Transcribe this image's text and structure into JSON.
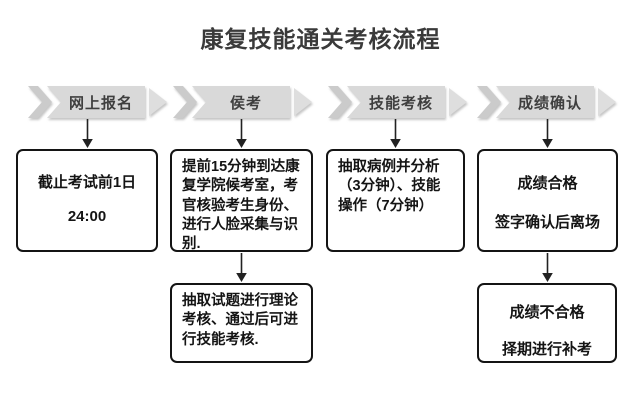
{
  "title": "康复技能通关考核流程",
  "colors": {
    "chevron_band": "#cbcbcb",
    "chevron_fill": "#d9d9d9",
    "chevron_tip": "#dedede",
    "header_text": "#3f3f3f",
    "box_border": "#141414",
    "box_text": "#141414",
    "arrow": "#222222"
  },
  "columns": [
    {
      "header": "网上报名",
      "box1": {
        "line1": "截止考试前1日",
        "line2": "24:00"
      }
    },
    {
      "header": "侯考",
      "box1": {
        "text": "提前15分钟到达康复学院候考室，考官核验考生身份、进行人脸采集与识别."
      },
      "box2": {
        "text": "抽取试题进行理论考核、通过后可进行技能考核."
      }
    },
    {
      "header": "技能考核",
      "box1": {
        "text": "抽取病例并分析（3分钟）、技能操作（7分钟）"
      }
    },
    {
      "header": "成绩确认",
      "box1": {
        "line1": "成绩合格",
        "line2": "签字确认后离场"
      },
      "box2": {
        "line1": "成绩不合格",
        "line2": "择期进行补考"
      }
    }
  ]
}
